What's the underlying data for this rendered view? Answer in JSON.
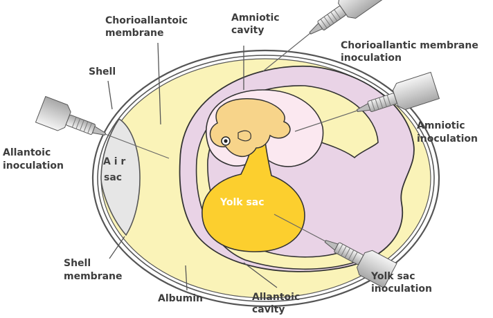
{
  "colors": {
    "shell": "#555555",
    "albumin": "#FAF3B8",
    "allantoic_cavity": "#E9D3E6",
    "amnion": "#FBE8F0",
    "embryo": "#F7D48A",
    "yolk": "#FCCF2E",
    "air_sac": "#E6E6E6",
    "syringe": "#D9D9D9"
  },
  "labels": {
    "chorioallantoic_membrane": [
      "Chorioallantoic",
      "membrane"
    ],
    "amniotic_cavity": [
      "Amniotic",
      "cavity"
    ],
    "cam_inoculation": [
      "Chorioallantic membrane",
      "inoculation"
    ],
    "shell": [
      "Shell"
    ],
    "amniotic_inoculation": [
      "Amniotic",
      "inoculation"
    ],
    "allantoic_inoculation": [
      "Allantoic",
      "inoculation"
    ],
    "air_sac": [
      "A i r",
      "sac"
    ],
    "yolk_sac": [
      "Yolk sac"
    ],
    "shell_membrane": [
      "Shell",
      "membrane"
    ],
    "yolk_sac_inoculation": [
      "Yolk sac",
      "inoculation"
    ],
    "albumin": [
      "Albumin"
    ],
    "allantoic_cavity": [
      "Allantoic",
      "cavity"
    ]
  },
  "syringes": [
    {
      "name": "cam-inoculation-syringe"
    },
    {
      "name": "amniotic-inoculation-syringe"
    },
    {
      "name": "allantoic-inoculation-syringe"
    },
    {
      "name": "yolk-sac-inoculation-syringe"
    }
  ]
}
